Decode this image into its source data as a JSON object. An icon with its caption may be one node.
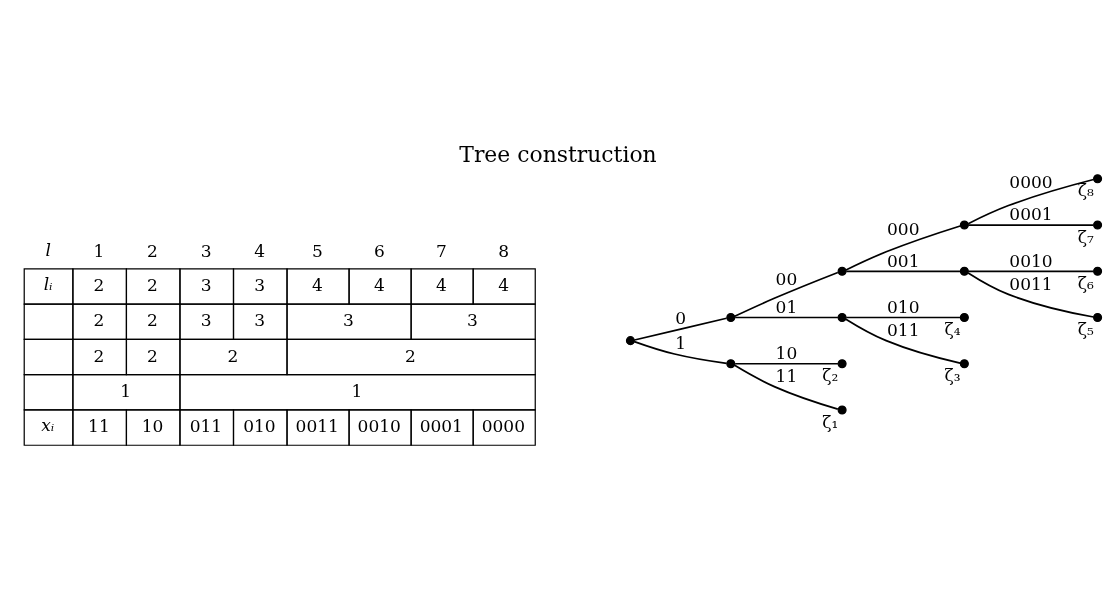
{
  "diagram": {
    "title": "Tree construction",
    "nodes": [
      {
        "text": [],
        "shape": "circle"
      },
      {
        "text": [],
        "shape": "circle"
      },
      {
        "text": [],
        "shape": "circle"
      },
      {
        "text": [],
        "shape": "circle"
      },
      {
        "text": [],
        "shape": "circle"
      },
      {
        "text": [],
        "shape": "circle",
        "beside": [
          "ζ₂"
        ]
      },
      {
        "text": [],
        "shape": "circle",
        "beside": [
          "ζ₁"
        ]
      },
      {
        "text": [],
        "shape": "circle"
      },
      {
        "text": [],
        "shape": "circle"
      },
      {
        "text": [],
        "shape": "circle",
        "beside": [
          "ζ₄"
        ]
      },
      {
        "text": [],
        "shape": "circle",
        "beside": [
          "ζ₃"
        ]
      },
      {
        "text": [],
        "shape": "circle",
        "beside": [
          "ζ₈"
        ]
      },
      {
        "text": [],
        "shape": "circle",
        "beside": [
          "ζ₇"
        ]
      },
      {
        "text": [],
        "shape": "circle",
        "beside": [
          "ζ₆"
        ]
      },
      {
        "text": [],
        "shape": "circle",
        "beside": [
          "ζ₅"
        ]
      }
    ],
    "edges": [
      {
        "from": 0,
        "to": 1,
        "arrow": "none",
        "label": "0"
      },
      {
        "from": 0,
        "to": 2,
        "arrow": "none",
        "label": "1"
      },
      {
        "from": 1,
        "to": 3,
        "arrow": "none",
        "label": "00"
      },
      {
        "from": 1,
        "to": 4,
        "arrow": "none",
        "label": "01"
      },
      {
        "from": 2,
        "to": 5,
        "arrow": "none",
        "label": "10"
      },
      {
        "from": 2,
        "to": 6,
        "arrow": "none",
        "label": "11"
      },
      {
        "from": 3,
        "to": 7,
        "arrow": "none",
        "label": "000"
      },
      {
        "from": 3,
        "to": 8,
        "arrow": "none",
        "label": "001"
      },
      {
        "from": 4,
        "to": 9,
        "arrow": "none",
        "label": "010"
      },
      {
        "from": 4,
        "to": 10,
        "arrow": "none",
        "label": "011"
      },
      {
        "from": 7,
        "to": 11,
        "arrow": "none",
        "label": "0000"
      },
      {
        "from": 7,
        "to": 12,
        "arrow": "none",
        "label": "0001"
      },
      {
        "from": 8,
        "to": 13,
        "arrow": "none",
        "label": "0010"
      },
      {
        "from": 8,
        "to": 14,
        "arrow": "none",
        "label": "0011"
      }
    ],
    "labels": [
      "l",
      "1",
      "2",
      "3",
      "4",
      "5",
      "6",
      "7",
      "8",
      "lᵢ",
      "2",
      "2",
      "3",
      "3",
      "4",
      "4",
      "4",
      "4",
      "2",
      "2",
      "3",
      "3",
      "3",
      "3",
      "2",
      "2",
      "2",
      "2",
      "1",
      "1",
      "xᵢ",
      "11",
      "10",
      "011",
      "010",
      "0011",
      "0010",
      "0001",
      "0000"
    ]
  }
}
